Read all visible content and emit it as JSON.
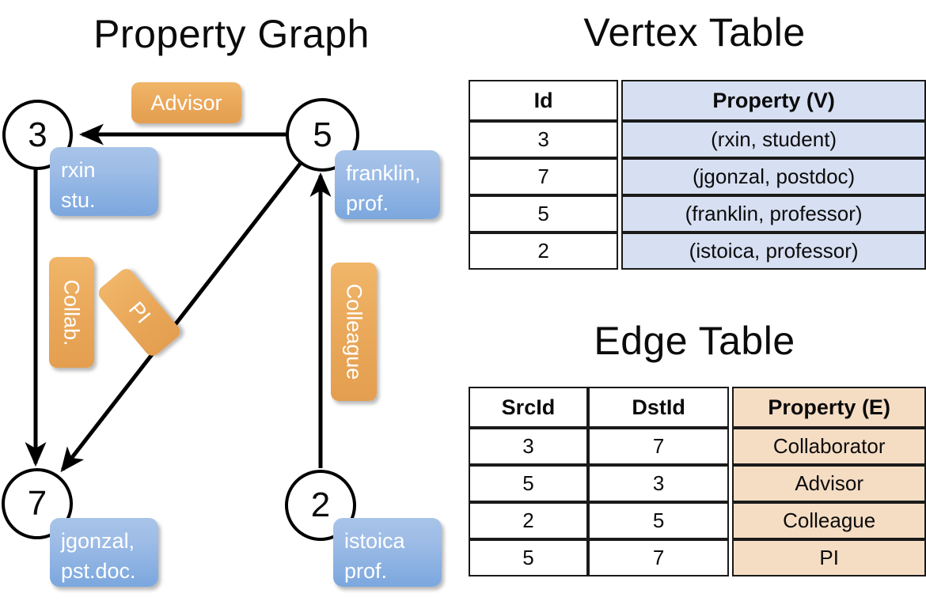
{
  "titles": {
    "property_graph": "Property Graph",
    "vertex_table": "Vertex Table",
    "edge_table": "Edge Table"
  },
  "colors": {
    "vertex_property_fill": "#d7e0f2",
    "edge_property_fill": "#f5ddc4",
    "node_box_blue": "#9dbce6",
    "edge_label_orange": "#eaa85a",
    "stroke": "#000000"
  },
  "graph": {
    "nodes": [
      {
        "id": "3",
        "property_line1": "rxin",
        "property_line2": "stu."
      },
      {
        "id": "5",
        "property_line1": "franklin,",
        "property_line2": "prof."
      },
      {
        "id": "7",
        "property_line1": "jgonzal,",
        "property_line2": "pst.doc."
      },
      {
        "id": "2",
        "property_line1": "istoica",
        "property_line2": "prof."
      }
    ],
    "edge_labels": [
      {
        "name": "advisor",
        "text": "Advisor",
        "orientation": "horizontal"
      },
      {
        "name": "collab",
        "text": "Collab.",
        "orientation": "vertical"
      },
      {
        "name": "pi",
        "text": "PI",
        "orientation": "diagonal"
      },
      {
        "name": "colleague",
        "text": "Colleague",
        "orientation": "vertical"
      }
    ],
    "edges": [
      {
        "from": "3",
        "to": "7",
        "label": "Collab."
      },
      {
        "from": "5",
        "to": "3",
        "label": "Advisor"
      },
      {
        "from": "2",
        "to": "5",
        "label": "Colleague"
      },
      {
        "from": "5",
        "to": "7",
        "label": "PI"
      }
    ]
  },
  "vertex_table": {
    "headers": [
      "Id",
      "Property (V)"
    ],
    "rows": [
      {
        "id": "3",
        "property": "(rxin, student)"
      },
      {
        "id": "7",
        "property": "(jgonzal, postdoc)"
      },
      {
        "id": "5",
        "property": "(franklin, professor)"
      },
      {
        "id": "2",
        "property": "(istoica, professor)"
      }
    ]
  },
  "edge_table": {
    "headers": [
      "SrcId",
      "DstId",
      "Property (E)"
    ],
    "rows": [
      {
        "src": "3",
        "dst": "7",
        "property": "Collaborator"
      },
      {
        "src": "5",
        "dst": "3",
        "property": "Advisor"
      },
      {
        "src": "2",
        "dst": "5",
        "property": "Colleague"
      },
      {
        "src": "5",
        "dst": "7",
        "property": "PI"
      }
    ]
  }
}
